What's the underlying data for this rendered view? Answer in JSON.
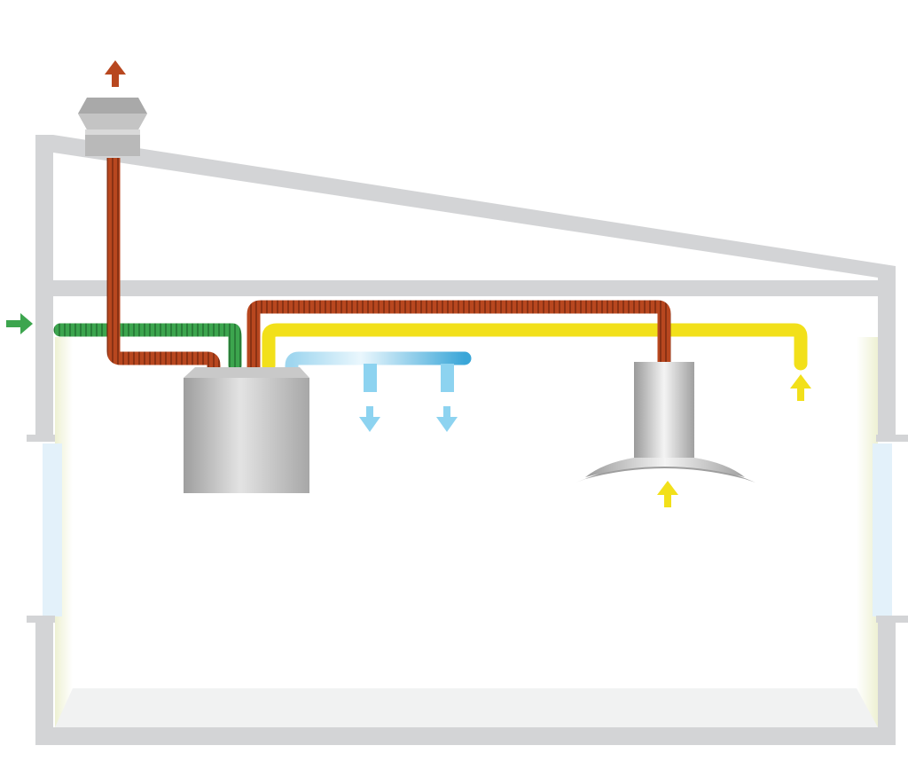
{
  "diagram": {
    "type": "ventilation-system-illustration",
    "colors": {
      "building_outline": "#d3d4d6",
      "exhaust_duct": "#b8471f",
      "fresh_air_duct": "#3ca54e",
      "supply_duct": "#6cc3e8",
      "extract_duct": "#f2e01a",
      "unit_body": "#c7c7c7",
      "roof_cowl": "#a9a9a9",
      "window_glass": "#e3f1fa",
      "wall_shade": "#f4f6e2",
      "floor": "#f1f2f2"
    },
    "components": [
      {
        "id": "roof-cowl",
        "icon": "roof-vent-cowl-icon"
      },
      {
        "id": "heat-recovery-unit",
        "icon": "ventilation-unit-icon"
      },
      {
        "id": "cooker-hood",
        "icon": "cooker-hood-icon"
      }
    ],
    "airflows": [
      {
        "id": "exhaust-out",
        "direction": "up",
        "color": "#b8471f"
      },
      {
        "id": "fresh-air-in",
        "direction": "right",
        "color": "#3ca54e"
      },
      {
        "id": "supply-left",
        "direction": "down",
        "color": "#8dd3f0"
      },
      {
        "id": "supply-right",
        "direction": "down",
        "color": "#8dd3f0"
      },
      {
        "id": "extract-right",
        "direction": "up",
        "color": "#f2e01a"
      },
      {
        "id": "extract-hood",
        "direction": "up",
        "color": "#f2e01a"
      }
    ]
  }
}
